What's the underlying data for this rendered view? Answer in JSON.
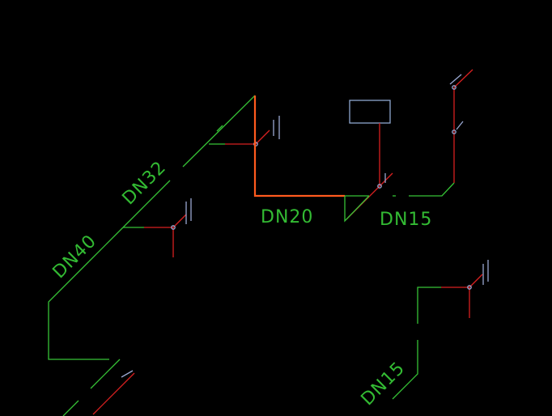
{
  "drawing": {
    "background": "#000000",
    "colors": {
      "pipe_green": "#36c236",
      "pipe_red": "#d82020",
      "pipe_orange": "#ff5a1e",
      "fixture_blue": "#8ea6cf",
      "valve_blue": "#9aa8d2",
      "label_green": "#33bb33"
    },
    "labels": {
      "dn40": "DN40",
      "dn32": "DN32",
      "dn20": "DN20",
      "dn15_top": "DN15",
      "dn15_bottom": "DN15"
    }
  }
}
